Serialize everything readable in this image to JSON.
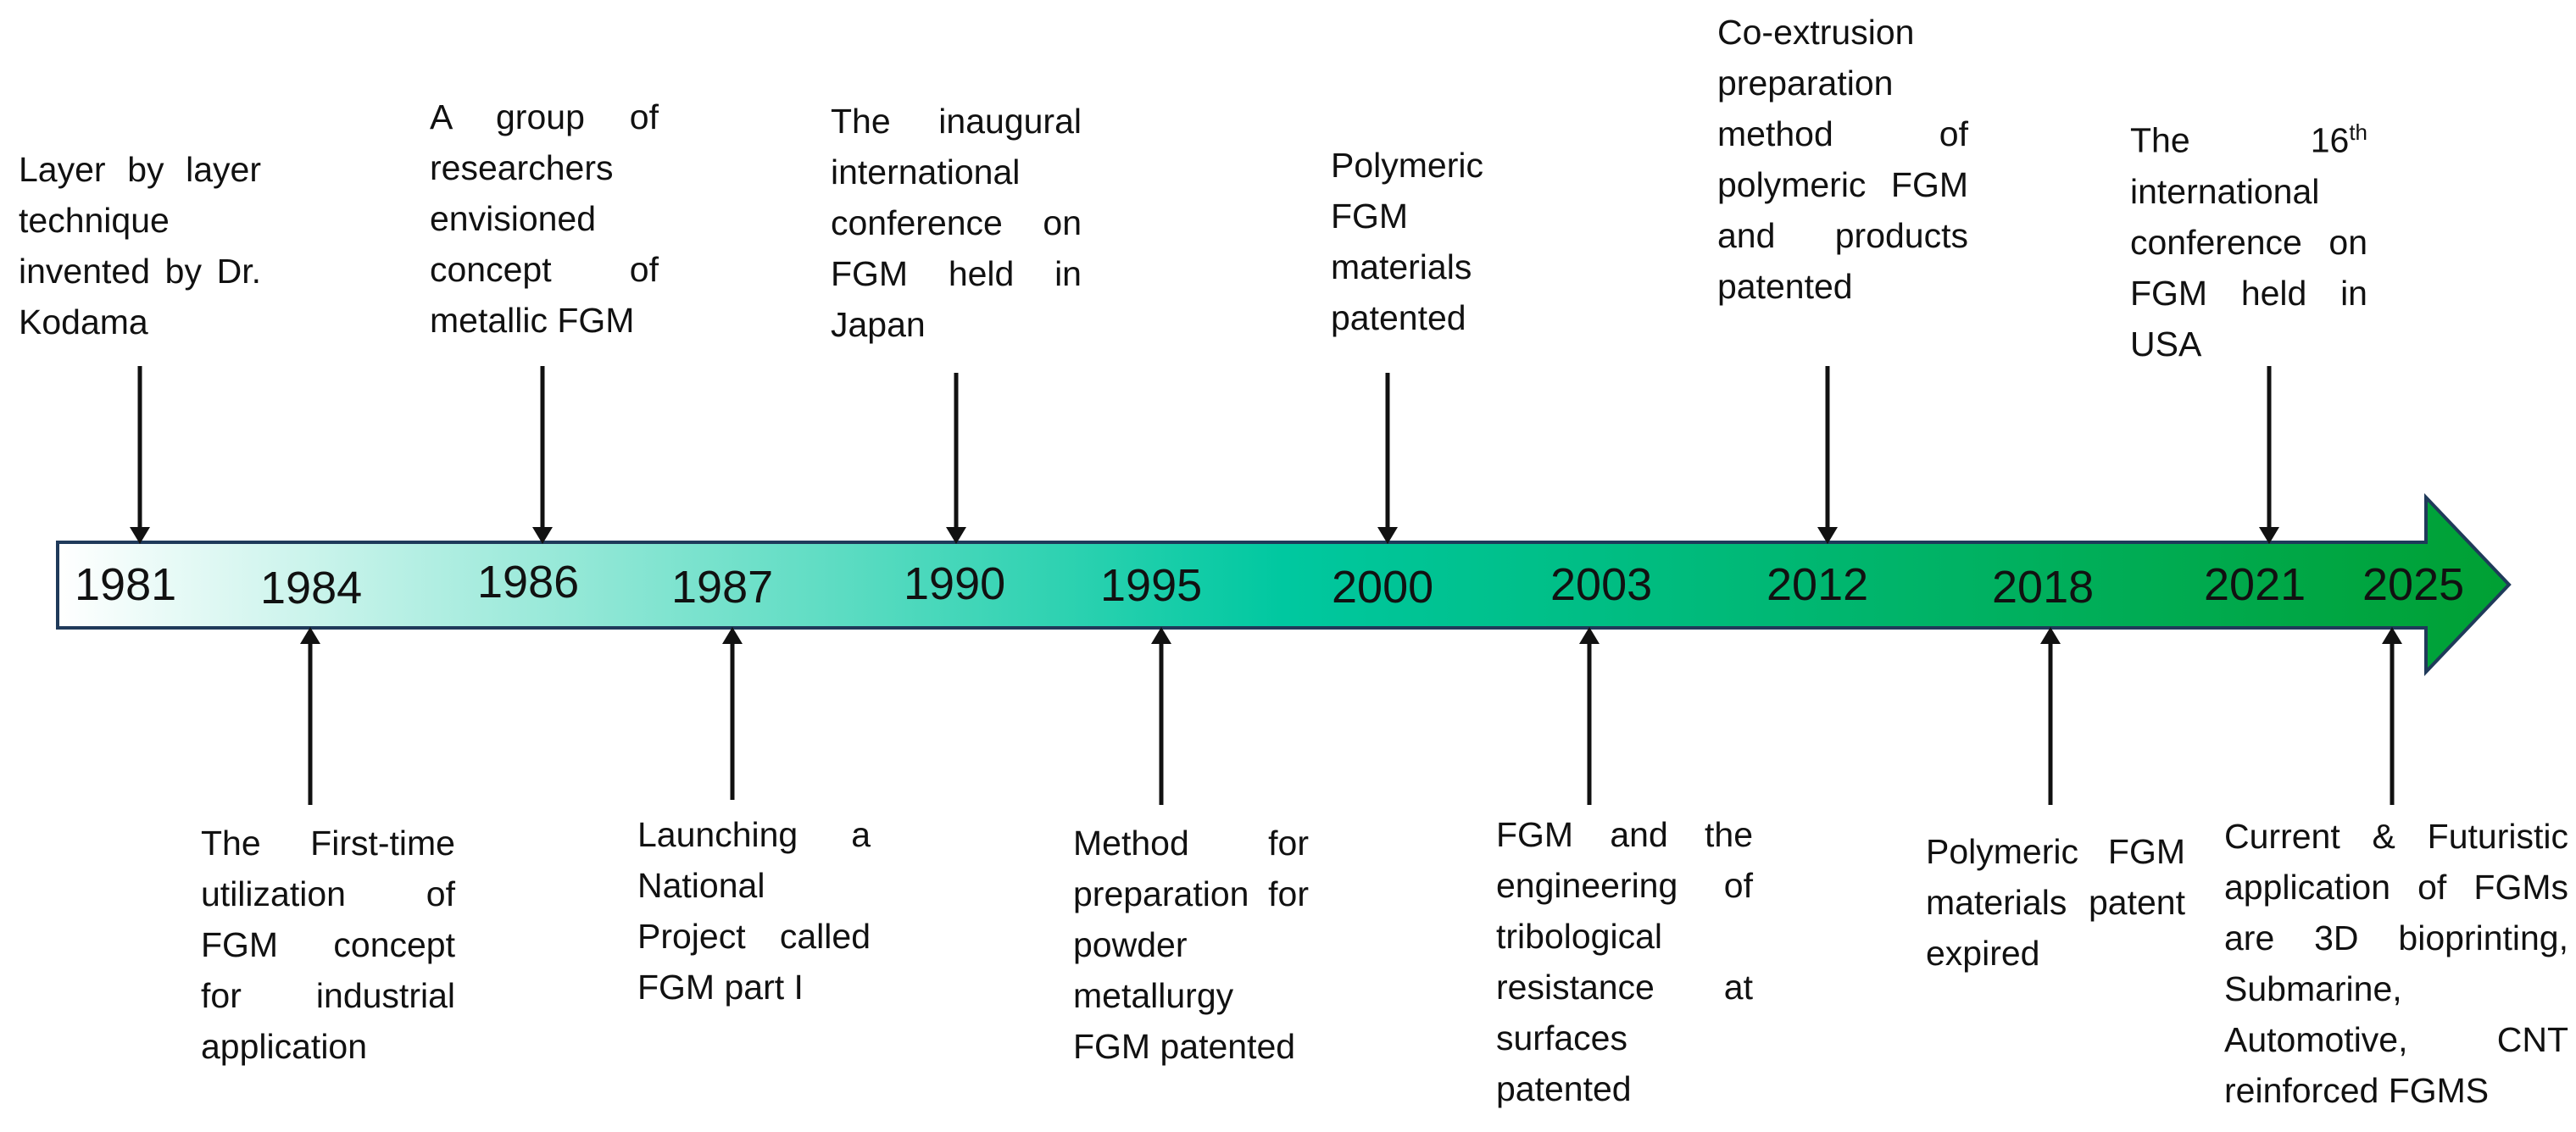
{
  "timeline": {
    "colors": {
      "start": "#ffffff",
      "mid": "#00c8a0",
      "end": "#00a033",
      "stroke": "#1f3a5a",
      "arrow": "#111111"
    },
    "years": [
      "1981",
      "1984",
      "1986",
      "1987",
      "1990",
      "1995",
      "2000",
      "2003",
      "2012",
      "2018",
      "2021",
      "2025"
    ],
    "events_above": [
      {
        "year": "1981",
        "text": "Layer by layer technique invented by Dr. Kodama"
      },
      {
        "year": "1986",
        "text": "A group of researchers envisioned concept of metallic FGM"
      },
      {
        "year": "1990",
        "text": "The inaugural international conference on FGM held in Japan"
      },
      {
        "year": "2000",
        "text": "Polymeric FGM materials patented"
      },
      {
        "year": "2012",
        "text": "Co-extrusion preparation method of polymeric FGM and products patented"
      },
      {
        "year": "2021",
        "text_before": "The 16",
        "superscript": "th",
        "text_after": " international conference on FGM held in USA"
      }
    ],
    "events_below": [
      {
        "year": "1984",
        "text": "The First-time utilization of FGM concept for industrial application"
      },
      {
        "year": "1987",
        "text": "Launching a National Project called FGM part I"
      },
      {
        "year": "1995",
        "text": "Method for preparation for powder metallurgy FGM patented"
      },
      {
        "year": "2003",
        "text": "FGM and the engineering of tribological resistance at surfaces patented"
      },
      {
        "year": "2018",
        "text": "Polymeric FGM materials patent expired"
      },
      {
        "year": "2025",
        "text": "Current & Futuristic application of FGMs are 3D bioprinting, Submarine, Automotive, CNT reinforced FGMS"
      }
    ]
  }
}
